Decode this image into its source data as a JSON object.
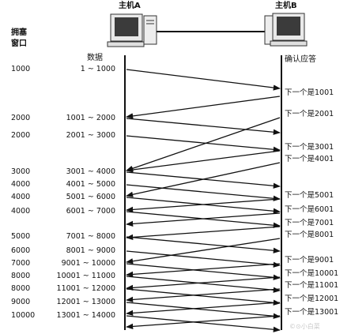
{
  "hosts": {
    "a": "主机A",
    "b": "主机B"
  },
  "window_header": [
    "拥塞",
    "窗口"
  ],
  "data_header": "数据",
  "ack_header": "确认应答",
  "window_sizes": [
    "1000",
    "2000",
    "2000",
    "3000",
    "4000",
    "4000",
    "4000",
    "5000",
    "6000",
    "7000",
    "8000",
    "8000",
    "9000",
    "10000"
  ],
  "data_ranges": [
    "1 ~ 1000",
    "1001 ~ 2000",
    "2001 ~ 3000",
    "3001 ~ 4000",
    "4001 ~ 5000",
    "5001 ~ 6000",
    "6001 ~ 7000",
    "7001 ~ 8000",
    "8001 ~ 9000",
    "9001 ~ 10000",
    "10001 ~ 11000",
    "11001 ~ 12000",
    "12001 ~ 13000",
    "13001 ~ 14000"
  ],
  "acks": [
    "下一个是1001",
    "下一个是2001",
    "下一个是3001",
    "下一个是4001",
    "下一个是5001",
    "下一个是6001",
    "下一个是7001",
    "下一个是8001",
    "下一个是9001",
    "下一个是10001",
    "下一个是11001",
    "下一个是12001",
    "下一个是13001"
  ],
  "watermark": "©⊙小白菜"
}
